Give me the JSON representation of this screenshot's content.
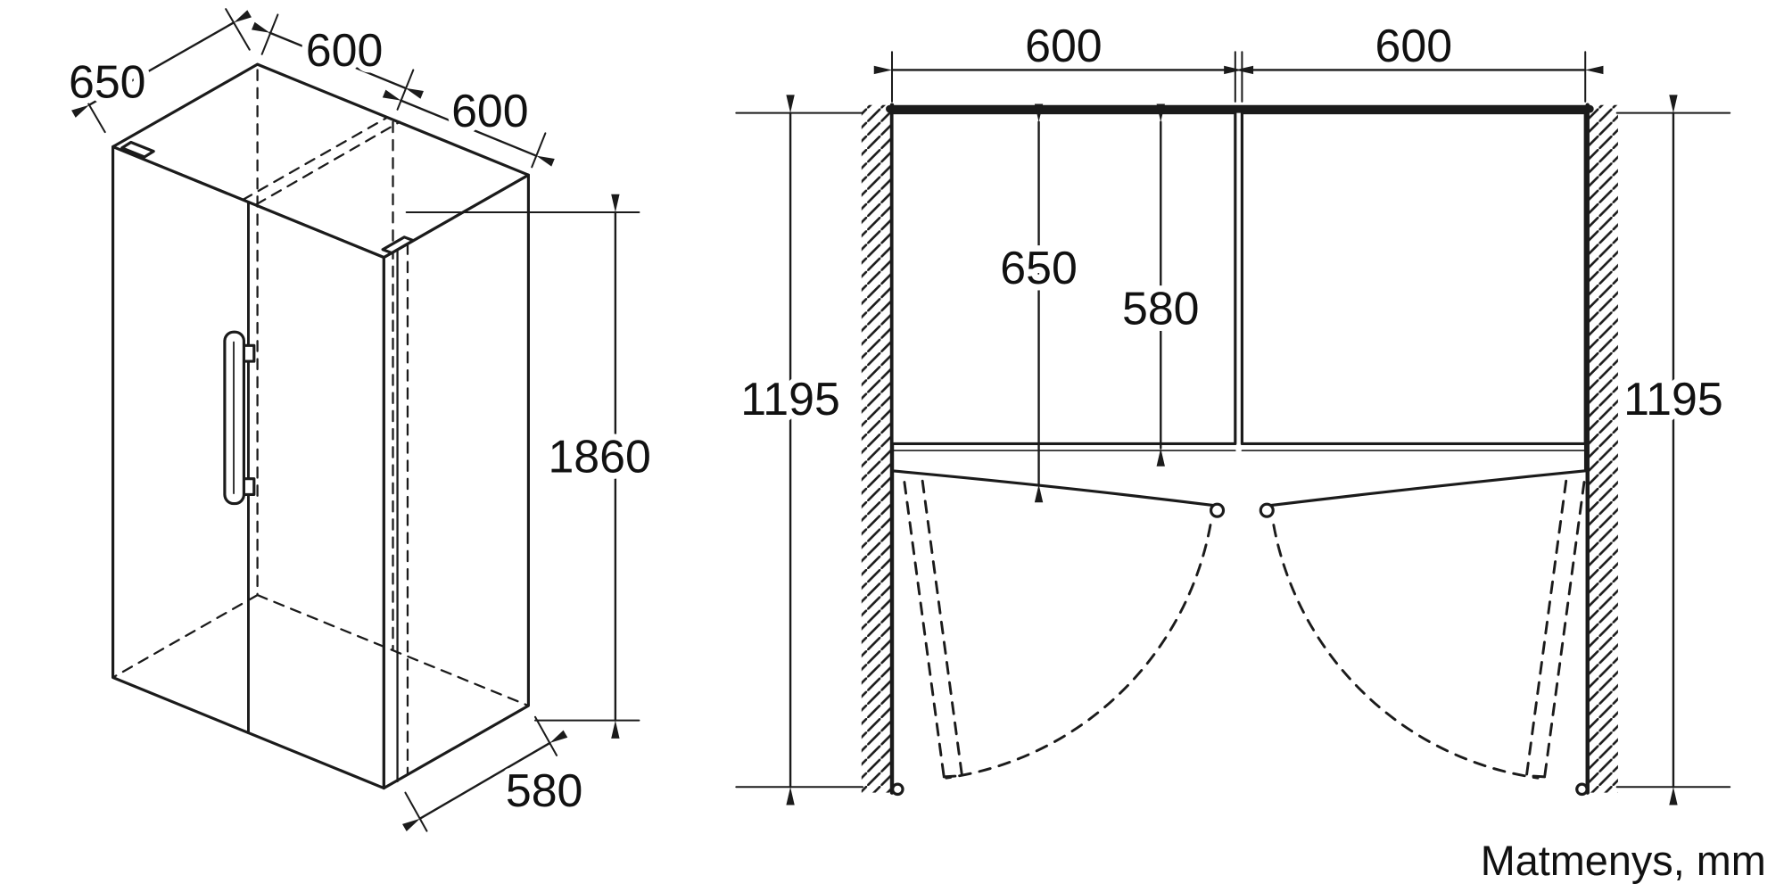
{
  "figure_caption": "Matmenys, mm",
  "iso_view": {
    "depth_total": "650",
    "width_left_unit": "600",
    "width_right_unit": "600",
    "height_total": "1860",
    "depth_body": "580"
  },
  "plan_view": {
    "width_left_unit": "600",
    "width_right_unit": "600",
    "clearance_left": "1195",
    "depth_with_door": "650",
    "depth_body": "580",
    "clearance_right": "1195"
  }
}
